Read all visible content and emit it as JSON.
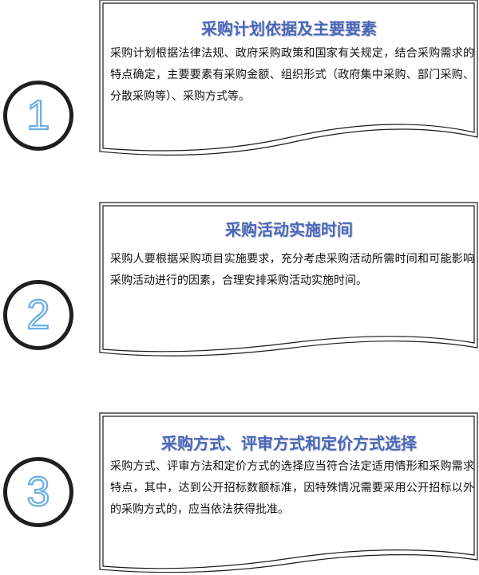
{
  "items": [
    {
      "number": "1",
      "title": "采购计划依据及主要要素",
      "body": "采购计划根据法律法规、政府采购政策和国家有关规定，结合采购需求的特点确定，主要要素有采购金额、组织形式（政府集中采购、部门采购、分散采购等）、采购方式等。"
    },
    {
      "number": "2",
      "title": "采购活动实施时间",
      "body": "采购人要根据采购项目实施要求，充分考虑采购活动所需时间和可能影响采购活动进行的因素，合理安排采购活动实施时间。"
    },
    {
      "number": "3",
      "title": "采购方式、评审方式和定价方式选择",
      "body": "采购方式、评审方法和定价方式的选择应当符合法定适用情形和采购需求特点，其中，达到公开招标数额标准，因特殊情况需要采用公开招标以外的采购方式的，应当依法获得批准。"
    }
  ],
  "colors": {
    "title": "#4c66b4",
    "numeral_stroke": "#6aaee6",
    "circle": "#1f1f1f",
    "frame": "#1a1a1a"
  }
}
